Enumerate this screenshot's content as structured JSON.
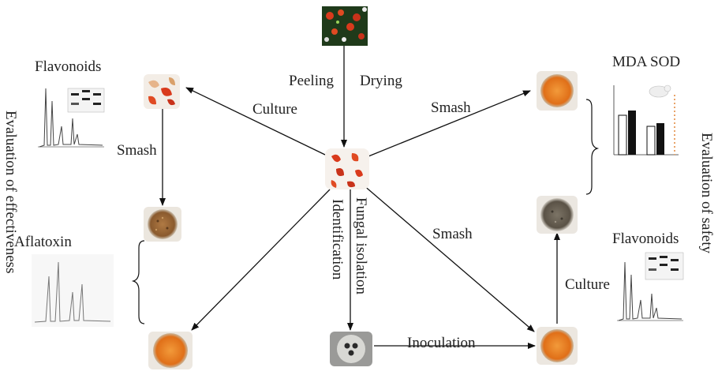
{
  "labels": {
    "peeling": "Peeling",
    "drying": "Drying",
    "culture_top": "Culture",
    "smash_top_right": "Smash",
    "smash_left": "Smash",
    "smash_bottom_right": "Smash",
    "fungal_isolation": "Fungal isolation",
    "identification": "Identification",
    "inoculation": "Inoculation",
    "culture_right": "Culture",
    "flavonoids_left": "Flavonoids",
    "aflatoxin": "Aflatoxin",
    "mda_sod": "MDA SOD",
    "flavonoids_right": "Flavonoids",
    "evaluation_effectiveness": "Evaluation of effectiveness",
    "evaluation_safety": "Evaluation of safety"
  },
  "colors": {
    "arrow": "#111111",
    "powder_orange": "#e8791e",
    "powder_brown": "#9a6a3a",
    "powder_gray": "#6b6356",
    "fruit_red": "#d93a1c",
    "chart_black": "#111111"
  }
}
